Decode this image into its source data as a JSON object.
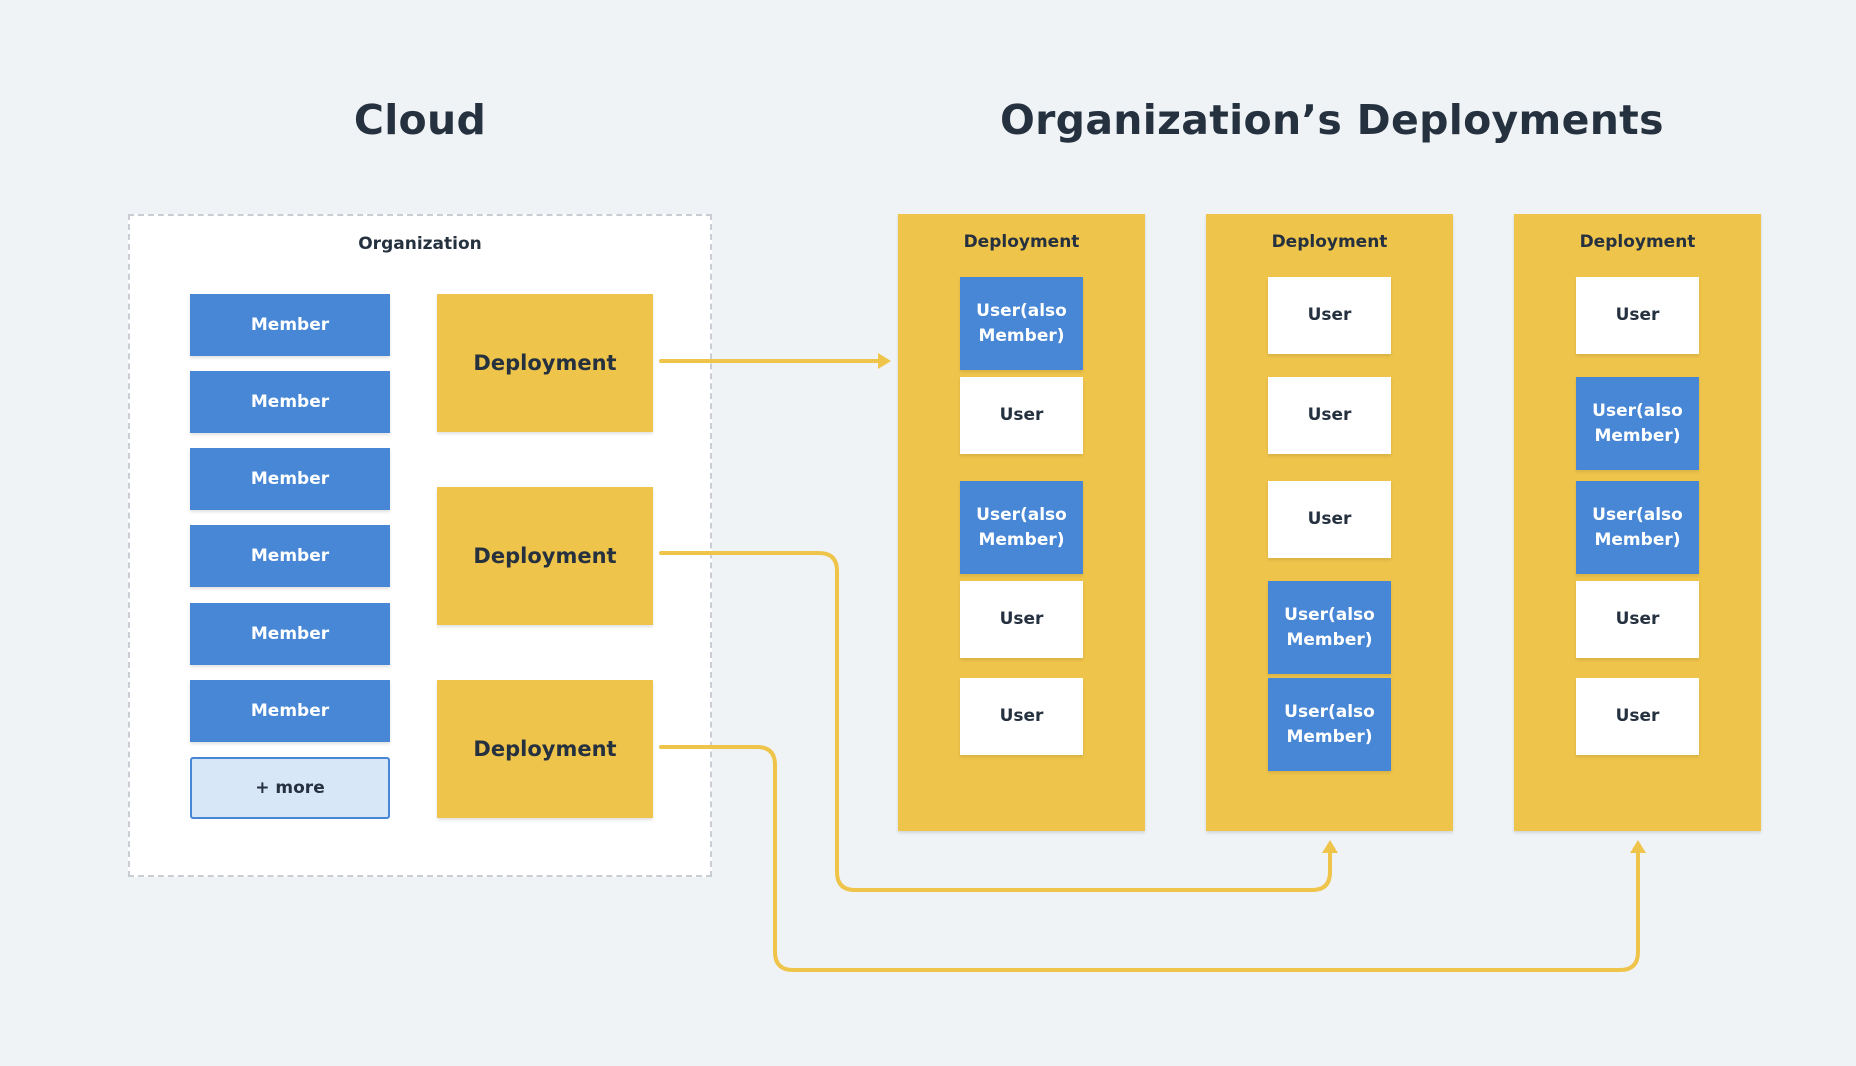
{
  "titles": {
    "cloud": "Cloud",
    "deployments": "Organization’s Deployments"
  },
  "organization": {
    "label": "Organization",
    "members": [
      "Member",
      "Member",
      "Member",
      "Member",
      "Member",
      "Member"
    ],
    "more_label": "+ more",
    "deployments": [
      "Deployment",
      "Deployment",
      "Deployment"
    ]
  },
  "deployment_columns": [
    {
      "label": "Deployment",
      "items": [
        "User(also Member)",
        "User",
        "User(also Member)",
        "User",
        "User"
      ]
    },
    {
      "label": "Deployment",
      "items": [
        "User",
        "User",
        "User",
        "User(also Member)",
        "User(also Member)"
      ]
    },
    {
      "label": "Deployment",
      "items": [
        "User",
        "User(also Member)",
        "User(also Member)",
        "User",
        "User"
      ]
    }
  ],
  "colors": {
    "background": "#eff3f6",
    "member": "#4787d6",
    "deployment": "#efc44b",
    "arrow": "#efc44b",
    "more_fill": "#d7e7f8"
  }
}
